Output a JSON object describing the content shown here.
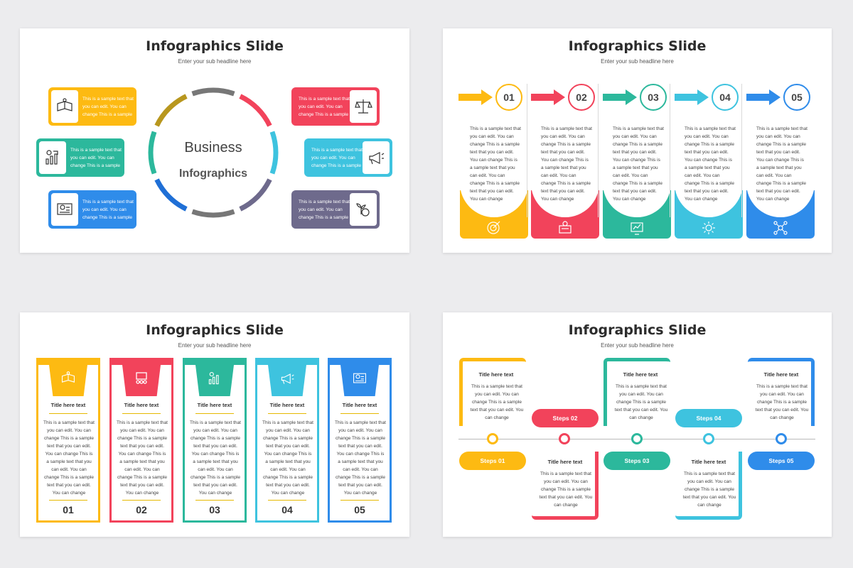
{
  "colors": {
    "yellow": "#FDBA12",
    "red": "#F2435B",
    "teal": "#2CB89C",
    "cyan": "#3EC3DF",
    "blue": "#2F8CEA",
    "purple": "#6E6A8C",
    "gold": "#B8971E",
    "gray": "#777777",
    "darkblue": "#1F6FD6"
  },
  "slide1": {
    "title": "Infographics Slide",
    "subtitle": "Enter your sub headline here",
    "center_line1": "Business",
    "center_line2": "Infographics",
    "left_items": [
      {
        "text": "This is a sample text that you can edit. You can change This is a sample",
        "icon": "book-icon"
      },
      {
        "text": "This is a sample text that you can edit. You can change This is a sample",
        "icon": "growth-chart-icon"
      },
      {
        "text": "This is a sample text that you can edit. You can change This is a sample",
        "icon": "dashboard-icon"
      }
    ],
    "right_items": [
      {
        "text": "This is a sample text that you can edit. You can change This is a sample",
        "icon": "balance-scale-icon"
      },
      {
        "text": "This is a sample text that you can edit. You can change This is a sample",
        "icon": "megaphone-icon"
      },
      {
        "text": "This is a sample text that you can edit. You can change This is a sample",
        "icon": "money-plant-icon"
      }
    ]
  },
  "slide2": {
    "title": "Infographics Slide",
    "subtitle": "Enter your sub headline here",
    "steps": [
      {
        "num": "01",
        "text": "This is a sample text that you can edit. You can change This is a sample text that you can edit. You can change This is a sample text that you can edit. You can change This is a sample text that you can edit. You can change",
        "icon": "target-icon"
      },
      {
        "num": "02",
        "text": "This is a sample text that you can edit. You can change This is a sample text that you can edit. You can change This is a sample text that you can edit. You can change This is a sample text that you can edit. You can change",
        "icon": "presenter-icon"
      },
      {
        "num": "03",
        "text": "This is a sample text that you can edit. You can change This is a sample text that you can edit. You can change This is a sample text that you can edit. You can change This is a sample text that you can edit. You can change",
        "icon": "analytics-icon"
      },
      {
        "num": "04",
        "text": "This is a sample text that you can edit. You can change This is a sample text that you can edit. You can change This is a sample text that you can edit. You can change This is a sample text that you can edit. You can change",
        "icon": "gear-icon"
      },
      {
        "num": "05",
        "text": "This is a sample text that you can edit. You can change This is a sample text that you can edit. You can change This is a sample text that you can edit. You can change This is a sample text that you can edit. You can change",
        "icon": "network-icon"
      }
    ]
  },
  "slide3": {
    "title": "Infographics Slide",
    "subtitle": "Enter your sub headline here",
    "columns": [
      {
        "title": "Title here text",
        "text": "This is a sample text that you can edit. You can change This is a sample text that you can edit. You can change This is a sample text that you can edit. You can change This is a sample text that you can edit. You can change",
        "num": "01",
        "icon": "book-icon"
      },
      {
        "title": "Title here text",
        "text": "This is a sample text that you can edit. You can change This is a sample text that you can edit. You can change This is a sample text that you can edit. You can change This is a sample text that you can edit. You can change",
        "num": "02",
        "icon": "team-icon"
      },
      {
        "title": "Title here text",
        "text": "This is a sample text that you can edit. You can change This is a sample text that you can edit. You can change This is a sample text that you can edit. You can change This is a sample text that you can edit. You can change",
        "num": "03",
        "icon": "growth-chart-icon"
      },
      {
        "title": "Title here text",
        "text": "This is a sample text that you can edit. You can change This is a sample text that you can edit. You can change This is a sample text that you can edit. You can change This is a sample text that you can edit. You can change",
        "num": "04",
        "icon": "megaphone-icon"
      },
      {
        "title": "Title here text",
        "text": "This is a sample text that you can edit. You can change This is a sample text that you can edit. You can change This is a sample text that you can edit. You can change This is a sample text that you can edit. You can change",
        "num": "05",
        "icon": "dashboard-icon"
      }
    ]
  },
  "slide4": {
    "title": "Infographics Slide",
    "subtitle": "Enter your sub headline here",
    "steps": [
      {
        "label": "Steps 01",
        "title": "Title here text",
        "text": "This is a sample text that you can edit. You can change This is a sample text that you can edit. You can change"
      },
      {
        "label": "Steps 02",
        "title": "Title here text",
        "text": "This is a sample text that you can edit. You can change This is a sample text that you can edit. You can change"
      },
      {
        "label": "Steps 03",
        "title": "Title here text",
        "text": "This is a sample text that you can edit. You can change This is a sample text that you can edit. You can change"
      },
      {
        "label": "Steps 04",
        "title": "Title here text",
        "text": "This is a sample text that you can edit. You can change This is a sample text that you can edit. You can change"
      },
      {
        "label": "Steps 05",
        "title": "Title here text",
        "text": "This is a sample text that you can edit. You can change This is a sample text that you can edit. You can change"
      }
    ]
  }
}
